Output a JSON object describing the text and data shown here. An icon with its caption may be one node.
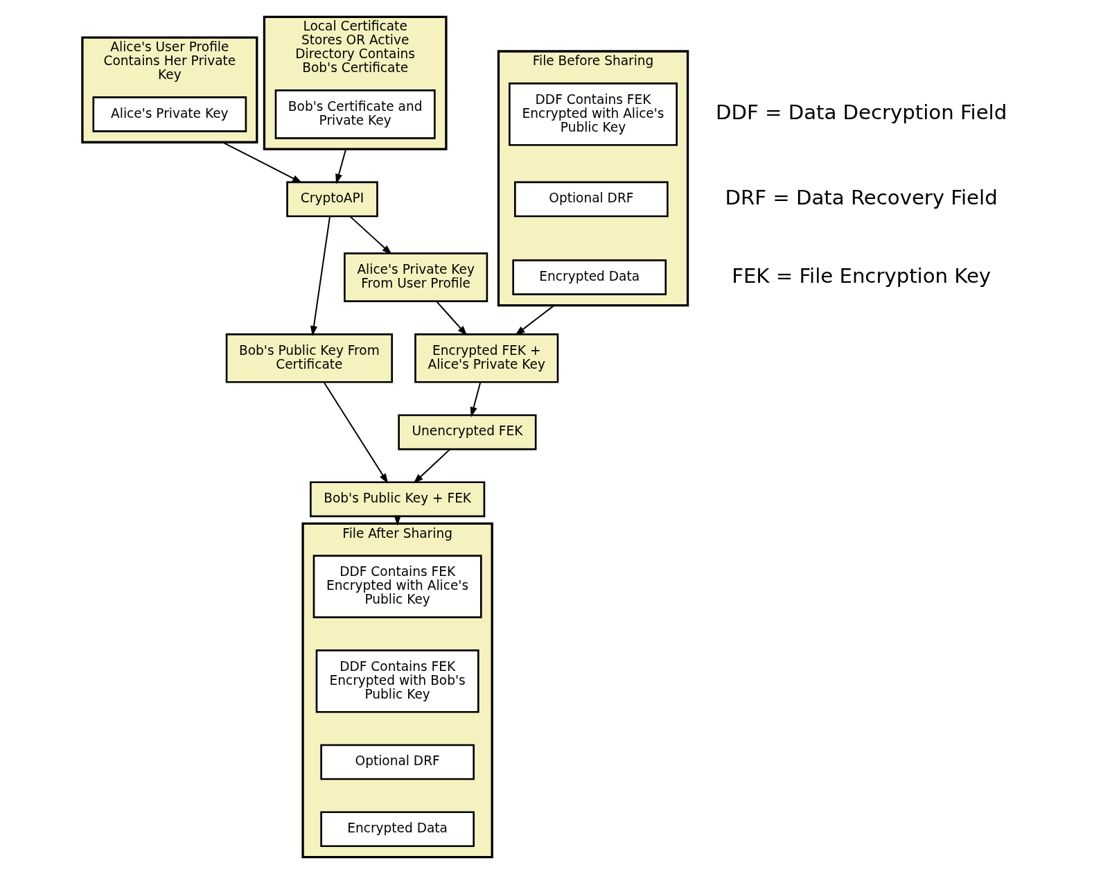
{
  "diagram": {
    "nodes": [
      {
        "text": [
          "Alice's User Profile Contains Her Private Key"
        ]
      },
      {
        "text": [
          "Alice's Private Key"
        ],
        "in": 0
      },
      {
        "text": [
          "Local Certificate Stores OR Active Directory Contains Bob's Certificate"
        ]
      },
      {
        "text": [
          "Bob's Certificate and Private Key"
        ],
        "in": 2
      },
      {
        "text": [
          "CryptoAPI"
        ]
      },
      {
        "text": [
          "Alice's Private Key From User Profile"
        ]
      },
      {
        "text": [
          "Bob's Public Key From Certificate"
        ]
      },
      {
        "text": [
          "File Before Sharing"
        ]
      },
      {
        "text": [
          "DDF Contains FEK Encrypted with Alice's Public Key"
        ],
        "in": 7
      },
      {
        "text": [
          "Optional DRF"
        ],
        "in": 7
      },
      {
        "text": [
          "Encrypted Data"
        ],
        "in": 7
      },
      {
        "text": [
          "Encrypted FEK + Alice's Private Key"
        ]
      },
      {
        "text": [
          "Unencrypted FEK"
        ]
      },
      {
        "text": [
          "Bob's Public Key + FEK"
        ]
      },
      {
        "text": [
          "File After Sharing"
        ]
      },
      {
        "text": [
          "DDF Contains FEK Encrypted with Alice's Public Key"
        ],
        "in": 14
      },
      {
        "text": [
          "DDF Contains FEK Encrypted with Bob's Public Key"
        ],
        "in": 14
      },
      {
        "text": [
          "Optional DRF"
        ],
        "in": 14
      },
      {
        "text": [
          "Encrypted Data"
        ],
        "in": 14
      }
    ],
    "edges": [
      {
        "from": 0,
        "to": 4,
        "arrow": "to"
      },
      {
        "from": 2,
        "to": 4,
        "arrow": "to"
      },
      {
        "from": 4,
        "to": 5,
        "arrow": "to"
      },
      {
        "from": 4,
        "to": 6,
        "arrow": "to"
      },
      {
        "from": 5,
        "to": 11,
        "arrow": "to"
      },
      {
        "from": 7,
        "to": 11,
        "arrow": "to"
      },
      {
        "from": 11,
        "to": 12,
        "arrow": "to"
      },
      {
        "from": 6,
        "to": 13,
        "arrow": "to"
      },
      {
        "from": 12,
        "to": 13,
        "arrow": "to"
      },
      {
        "from": 13,
        "to": 14,
        "arrow": "to"
      }
    ],
    "labels": [
      "DDF = Data Decryption Field",
      "DRF = Data Recovery Field",
      "FEK = File Encryption Key"
    ]
  }
}
